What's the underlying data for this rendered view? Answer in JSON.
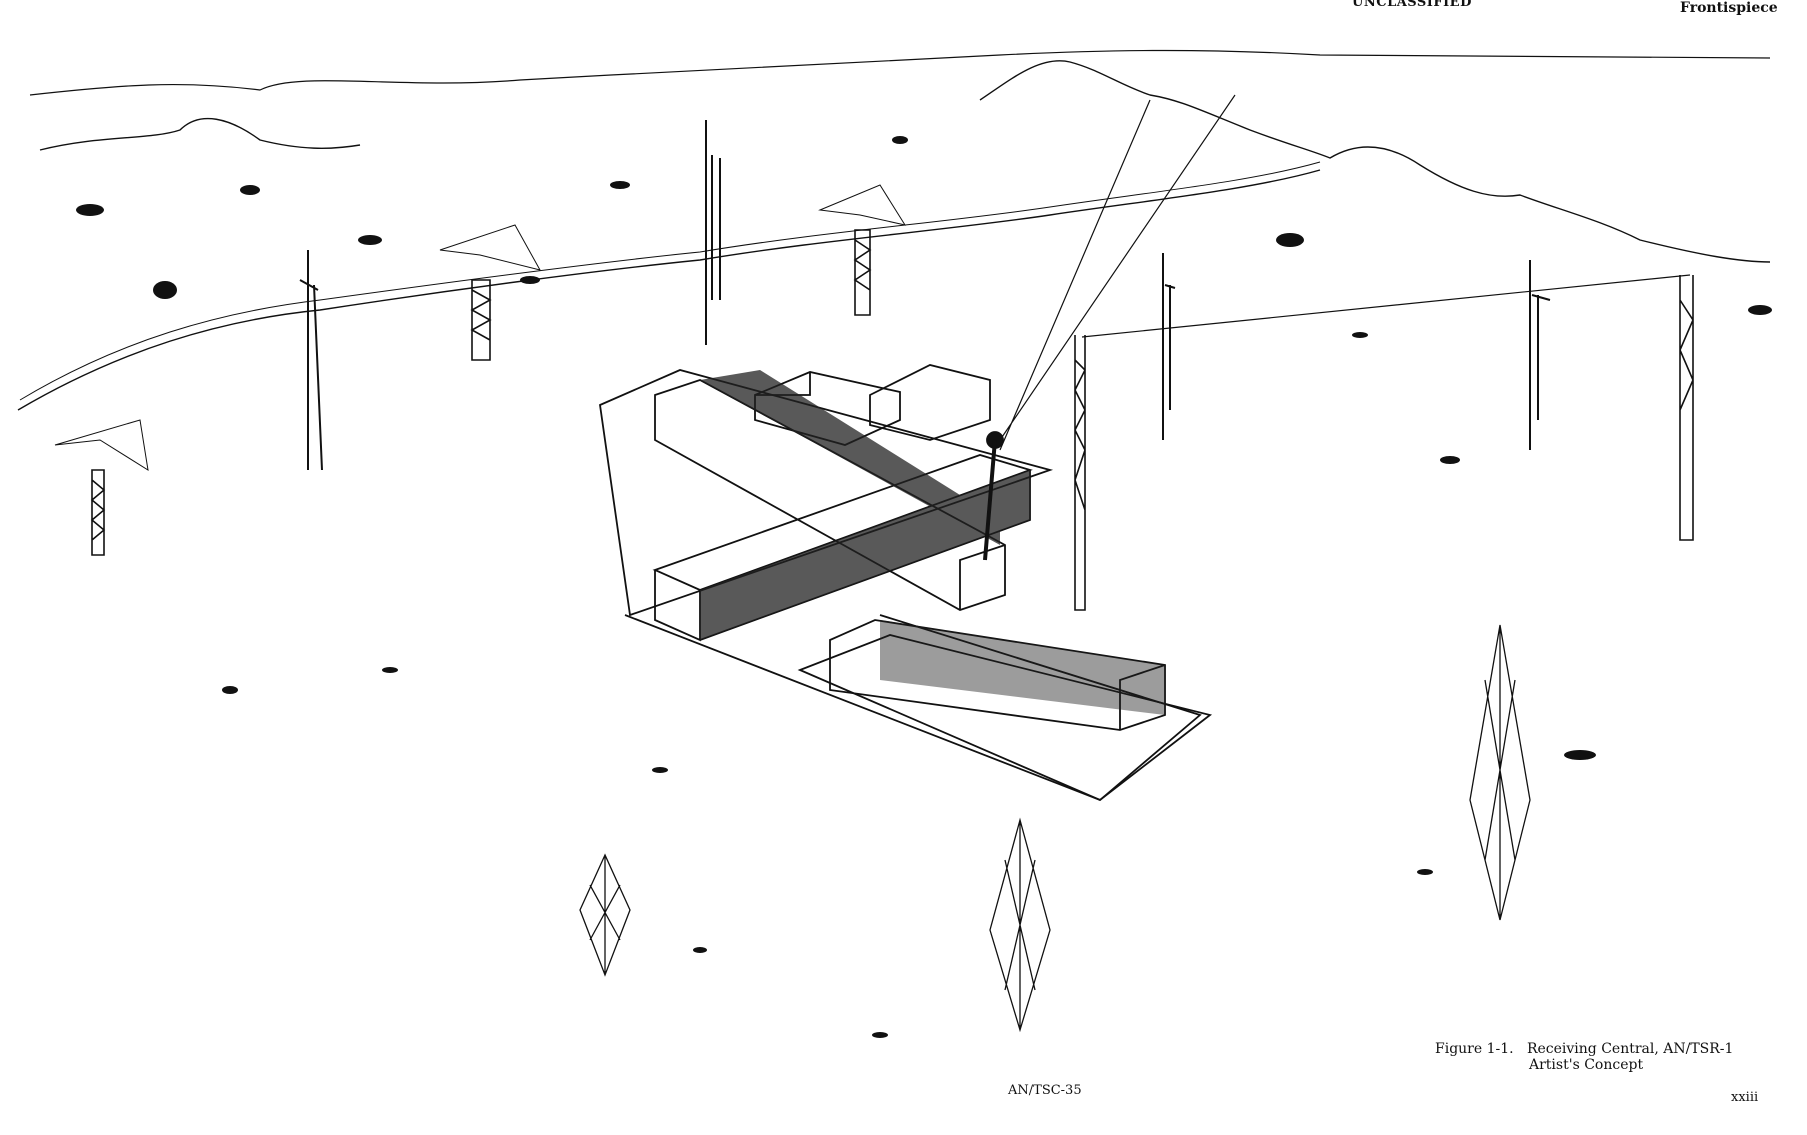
{
  "header": {
    "classification": "UNCLASSIFIED",
    "section": "Frontispiece"
  },
  "figure": {
    "number": "Figure 1-1.",
    "title": "Receiving Central, AN/TSR-1",
    "subtitle": "Artist's Concept"
  },
  "footer": {
    "document_id": "AN/TSC-35",
    "page_number": "xxiii"
  }
}
